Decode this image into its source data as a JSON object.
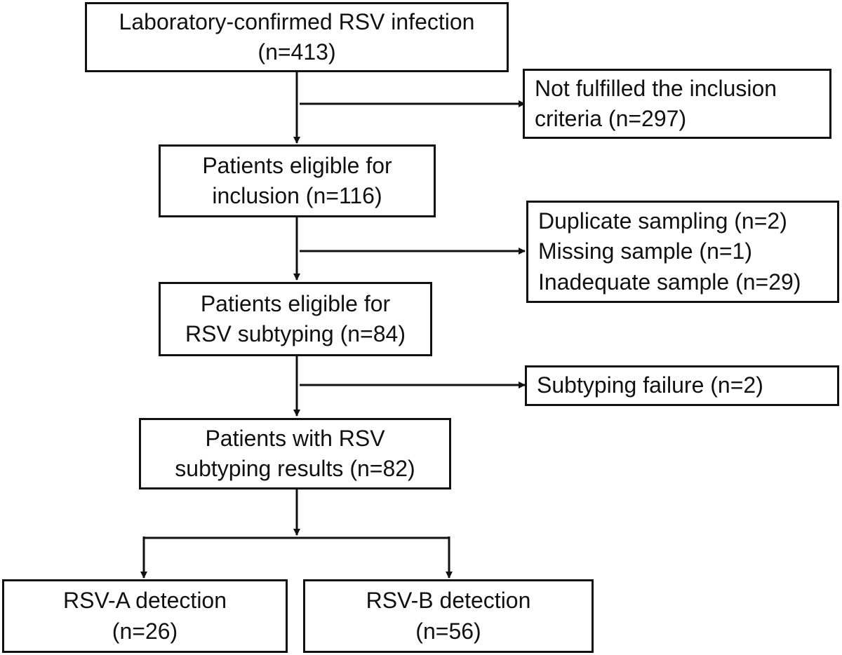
{
  "nodes": {
    "confirmed": {
      "lines": [
        "Laboratory-confirmed RSV infection",
        "(n=413)"
      ]
    },
    "excluded_criteria": {
      "lines": [
        "Not fulfilled the inclusion",
        "criteria (n=297)"
      ]
    },
    "eligible_inclusion": {
      "lines": [
        "Patients eligible for",
        "inclusion (n=116)"
      ]
    },
    "excluded_samples": {
      "lines": [
        "Duplicate sampling (n=2)",
        "Missing sample (n=1)",
        "Inadequate sample (n=29)"
      ]
    },
    "eligible_subtyping": {
      "lines": [
        "Patients eligible for",
        "RSV subtyping (n=84)"
      ]
    },
    "subtyping_failure": {
      "lines": [
        "Subtyping failure (n=2)"
      ]
    },
    "subtyping_results": {
      "lines": [
        "Patients with RSV",
        "subtyping results (n=82)"
      ]
    },
    "rsv_a": {
      "lines": [
        "RSV-A detection",
        "(n=26)"
      ]
    },
    "rsv_b": {
      "lines": [
        "RSV-B detection",
        "(n=56)"
      ]
    }
  },
  "colors": {
    "stroke": "#111111",
    "background": "#ffffff"
  }
}
